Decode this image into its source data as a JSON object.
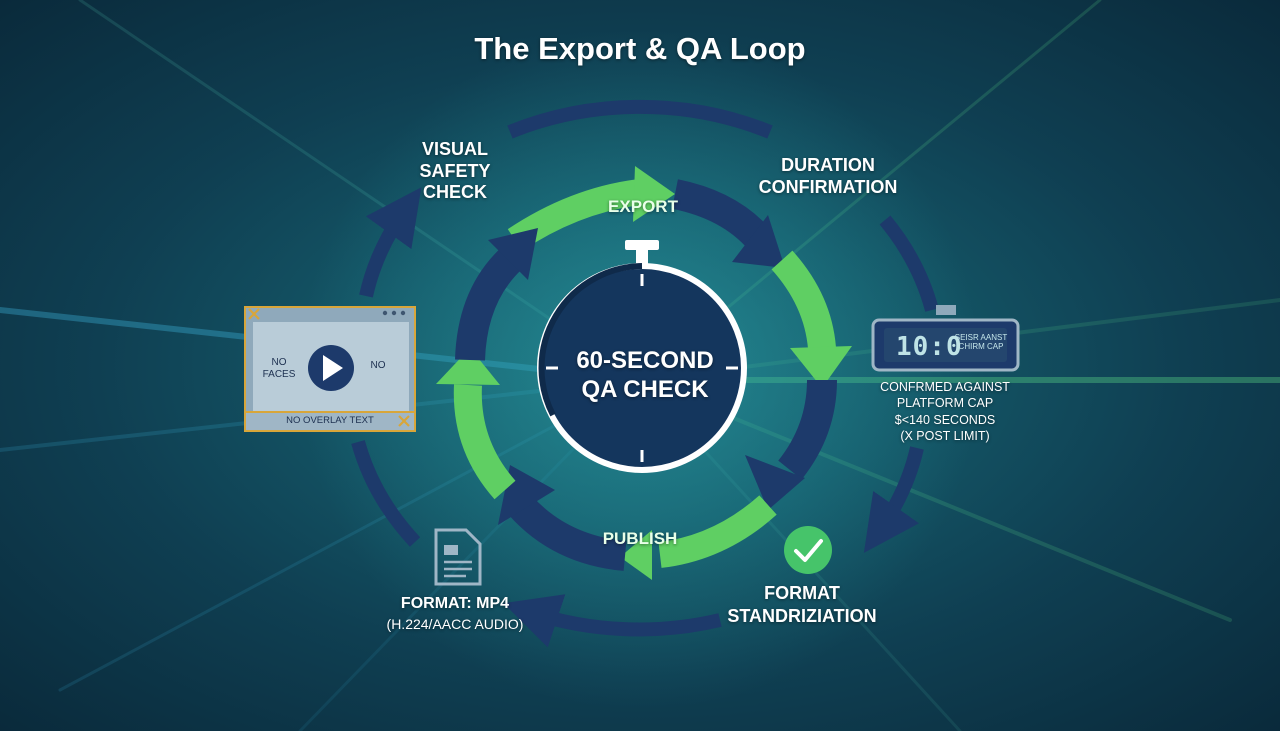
{
  "title": "The Export & QA Loop",
  "center": {
    "line1": "60-SECOND",
    "line2": "QA CHECK"
  },
  "loop_labels": {
    "export": "EXPORT",
    "publish": "PUBLISH"
  },
  "visual_safety": {
    "lines": [
      "VISUAL",
      "SAFETY",
      "CHECK"
    ],
    "panel": {
      "no_faces_1": "NO",
      "no_faces_2": "FACES",
      "no": "NO",
      "overlay": "NO OVERLAY TEXT"
    }
  },
  "duration": {
    "lines": [
      "DURATION",
      "CONFIRMATION"
    ],
    "timer_display": "10:0",
    "timer_side": [
      "SEISR AANST",
      "CHIRM CAP"
    ],
    "caption": [
      "CONFRMED AGAINST",
      "PLATFORM CAP",
      "$<140 SECONDS",
      "(X POST LIMIT)"
    ]
  },
  "format_std": {
    "lines": [
      "FORMAT",
      "STANDRIZIATION"
    ]
  },
  "format_mp4": {
    "line1": "FORMAT: MP4",
    "line2": "(H.224/AACC AUDIO)"
  },
  "colors": {
    "dark_arc": "#1d3a6b",
    "green_arc": "#5fcf63",
    "clock_face": "#14365d",
    "check_badge": "#46c46a",
    "panel_border": "#d8a63a"
  },
  "icons": [
    "play-icon",
    "close-icon",
    "document-icon",
    "checkmark-icon",
    "stopwatch-icon",
    "timer-icon"
  ]
}
